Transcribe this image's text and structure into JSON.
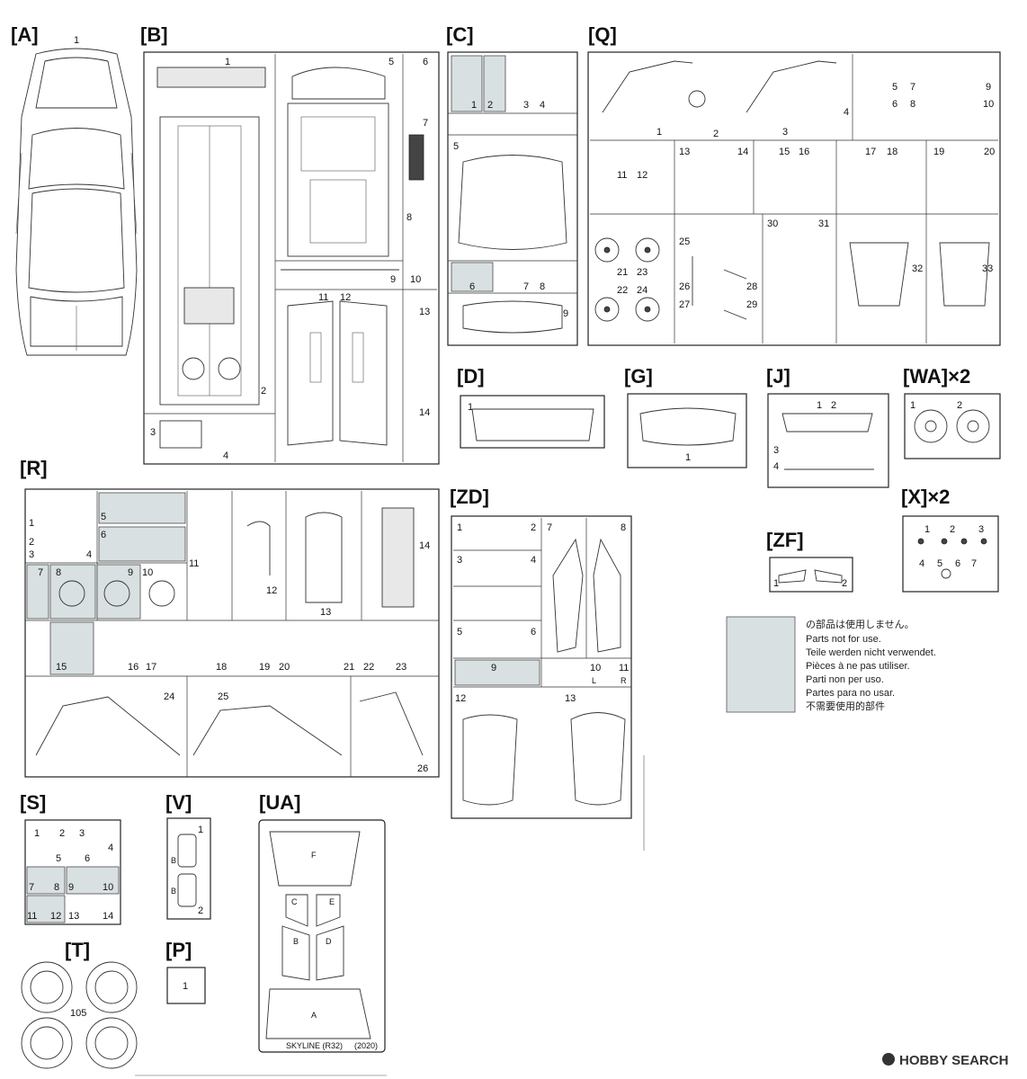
{
  "sprues": [
    {
      "id": "A",
      "label": "[A]"
    },
    {
      "id": "B",
      "label": "[B]"
    },
    {
      "id": "C",
      "label": "[C]"
    },
    {
      "id": "Q",
      "label": "[Q]"
    },
    {
      "id": "D",
      "label": "[D]"
    },
    {
      "id": "G",
      "label": "[G]"
    },
    {
      "id": "J",
      "label": "[J]"
    },
    {
      "id": "WA",
      "label": "[WA]×2"
    },
    {
      "id": "R",
      "label": "[R]"
    },
    {
      "id": "ZD",
      "label": "[ZD]"
    },
    {
      "id": "X",
      "label": "[X]×2"
    },
    {
      "id": "ZF",
      "label": "[ZF]"
    },
    {
      "id": "S",
      "label": "[S]"
    },
    {
      "id": "V",
      "label": "[V]"
    },
    {
      "id": "UA",
      "label": "[UA]"
    },
    {
      "id": "T",
      "label": "[T]"
    },
    {
      "id": "P",
      "label": "[P]"
    }
  ],
  "partnums": {
    "A": [
      "1"
    ],
    "B": [
      "1",
      "2",
      "3",
      "4",
      "5",
      "6",
      "7",
      "8",
      "9",
      "10",
      "11",
      "12",
      "13",
      "14"
    ],
    "C": [
      "1",
      "2",
      "3",
      "4",
      "5",
      "6",
      "7",
      "8",
      "9"
    ],
    "Q": [
      "1",
      "2",
      "3",
      "4",
      "5",
      "6",
      "7",
      "8",
      "9",
      "10",
      "11",
      "12",
      "13",
      "14",
      "15",
      "16",
      "17",
      "18",
      "19",
      "20",
      "21",
      "22",
      "23",
      "24",
      "25",
      "26",
      "27",
      "28",
      "29",
      "30",
      "31",
      "32",
      "33"
    ],
    "D": [
      "1"
    ],
    "G": [
      "1"
    ],
    "J": [
      "1",
      "2",
      "3",
      "4"
    ],
    "WA": [
      "1",
      "2"
    ],
    "R": [
      "1",
      "2",
      "3",
      "4",
      "5",
      "6",
      "7",
      "8",
      "9",
      "10",
      "11",
      "12",
      "13",
      "14",
      "15",
      "16",
      "17",
      "18",
      "19",
      "20",
      "21",
      "22",
      "23",
      "24",
      "25",
      "26"
    ],
    "ZD": [
      "1",
      "2",
      "3",
      "4",
      "5",
      "6",
      "7",
      "8",
      "9",
      "10",
      "11",
      "12",
      "13"
    ],
    "ZD_side": [
      "L",
      "R"
    ],
    "X": [
      "1",
      "2",
      "3",
      "4",
      "5",
      "6",
      "7"
    ],
    "ZF": [
      "1",
      "2"
    ],
    "S": [
      "1",
      "2",
      "3",
      "4",
      "5",
      "6",
      "7",
      "8",
      "9",
      "10",
      "11",
      "12",
      "13",
      "14"
    ],
    "V": [
      "1",
      "2"
    ],
    "V_side": [
      "B",
      "B"
    ],
    "T": [
      "105"
    ],
    "P": [
      "1"
    ],
    "UA": [
      "F",
      "C",
      "E",
      "B",
      "D",
      "A"
    ]
  },
  "ua_caption": "SKYLINE (R32)",
  "ua_year": "(2020)",
  "legend": {
    "lines": [
      "の部品は使用しません。",
      "Parts not for use.",
      "Teile werden nicht verwendet.",
      "Pièces à ne pas utiliser.",
      "Parti non per uso.",
      "Partes para no usar.",
      "不需要使用的部件"
    ],
    "swatch_color": "#d8e0e2"
  },
  "watermark": {
    "brand": "HOBBY SEARCH",
    "icon": "hobbysearch-logo-icon"
  }
}
